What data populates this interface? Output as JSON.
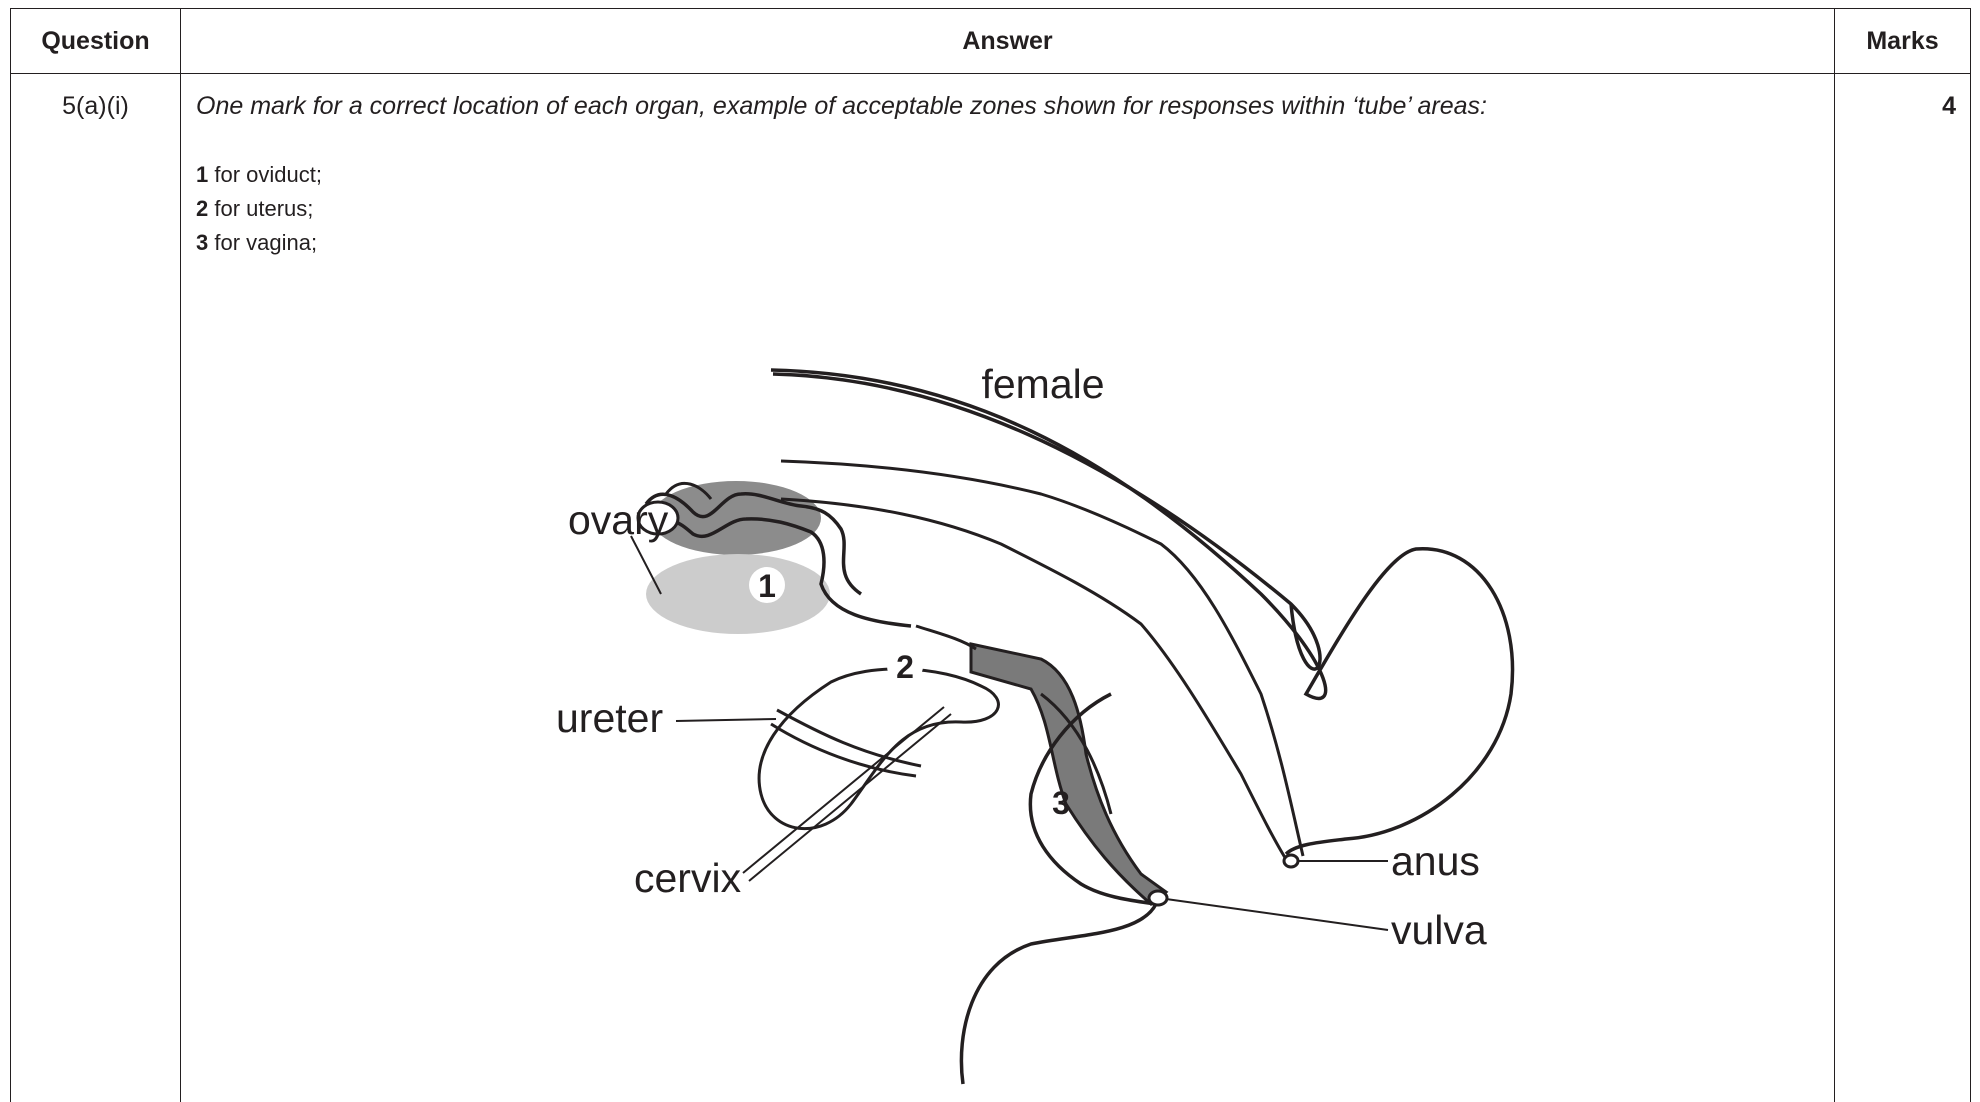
{
  "table": {
    "headers": {
      "question": "Question",
      "answer": "Answer",
      "marks": "Marks"
    },
    "row": {
      "question": "5(a)(i)",
      "instruction": "One mark for a correct location of each organ, example of acceptable zones shown for responses within ‘tube’ areas:",
      "mark_points": [
        {
          "number": "1",
          "text": " for oviduct;"
        },
        {
          "number": "2",
          "text": " for uterus;"
        },
        {
          "number": "3",
          "text": " for vagina;"
        }
      ],
      "marks": "4"
    }
  },
  "diagram": {
    "title": "female",
    "labels": {
      "ovary": "ovary",
      "ureter": "ureter",
      "cervix": "cervix",
      "anus": "anus",
      "vulva": "vulva"
    },
    "zones": [
      {
        "number": "1",
        "organ": "oviduct",
        "color": "#8c8c8c"
      },
      {
        "number": "2",
        "organ": "uterus",
        "color": "#cccccc"
      },
      {
        "number": "3",
        "organ": "vagina",
        "color": "#7a7a7a"
      }
    ]
  }
}
